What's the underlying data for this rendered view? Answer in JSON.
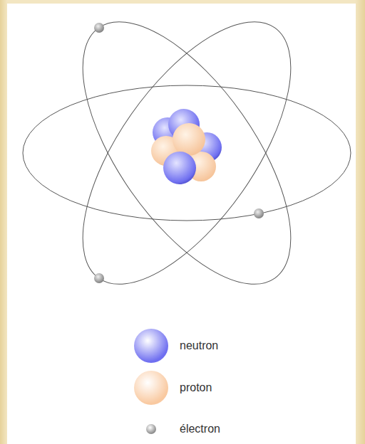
{
  "diagram": {
    "legend": [
      {
        "text": "neutron",
        "color": "#6f6ff0"
      },
      {
        "text": "proton",
        "color": "#f9c9a0"
      },
      {
        "text": "électron",
        "color": "#8c8c8c"
      }
    ]
  }
}
